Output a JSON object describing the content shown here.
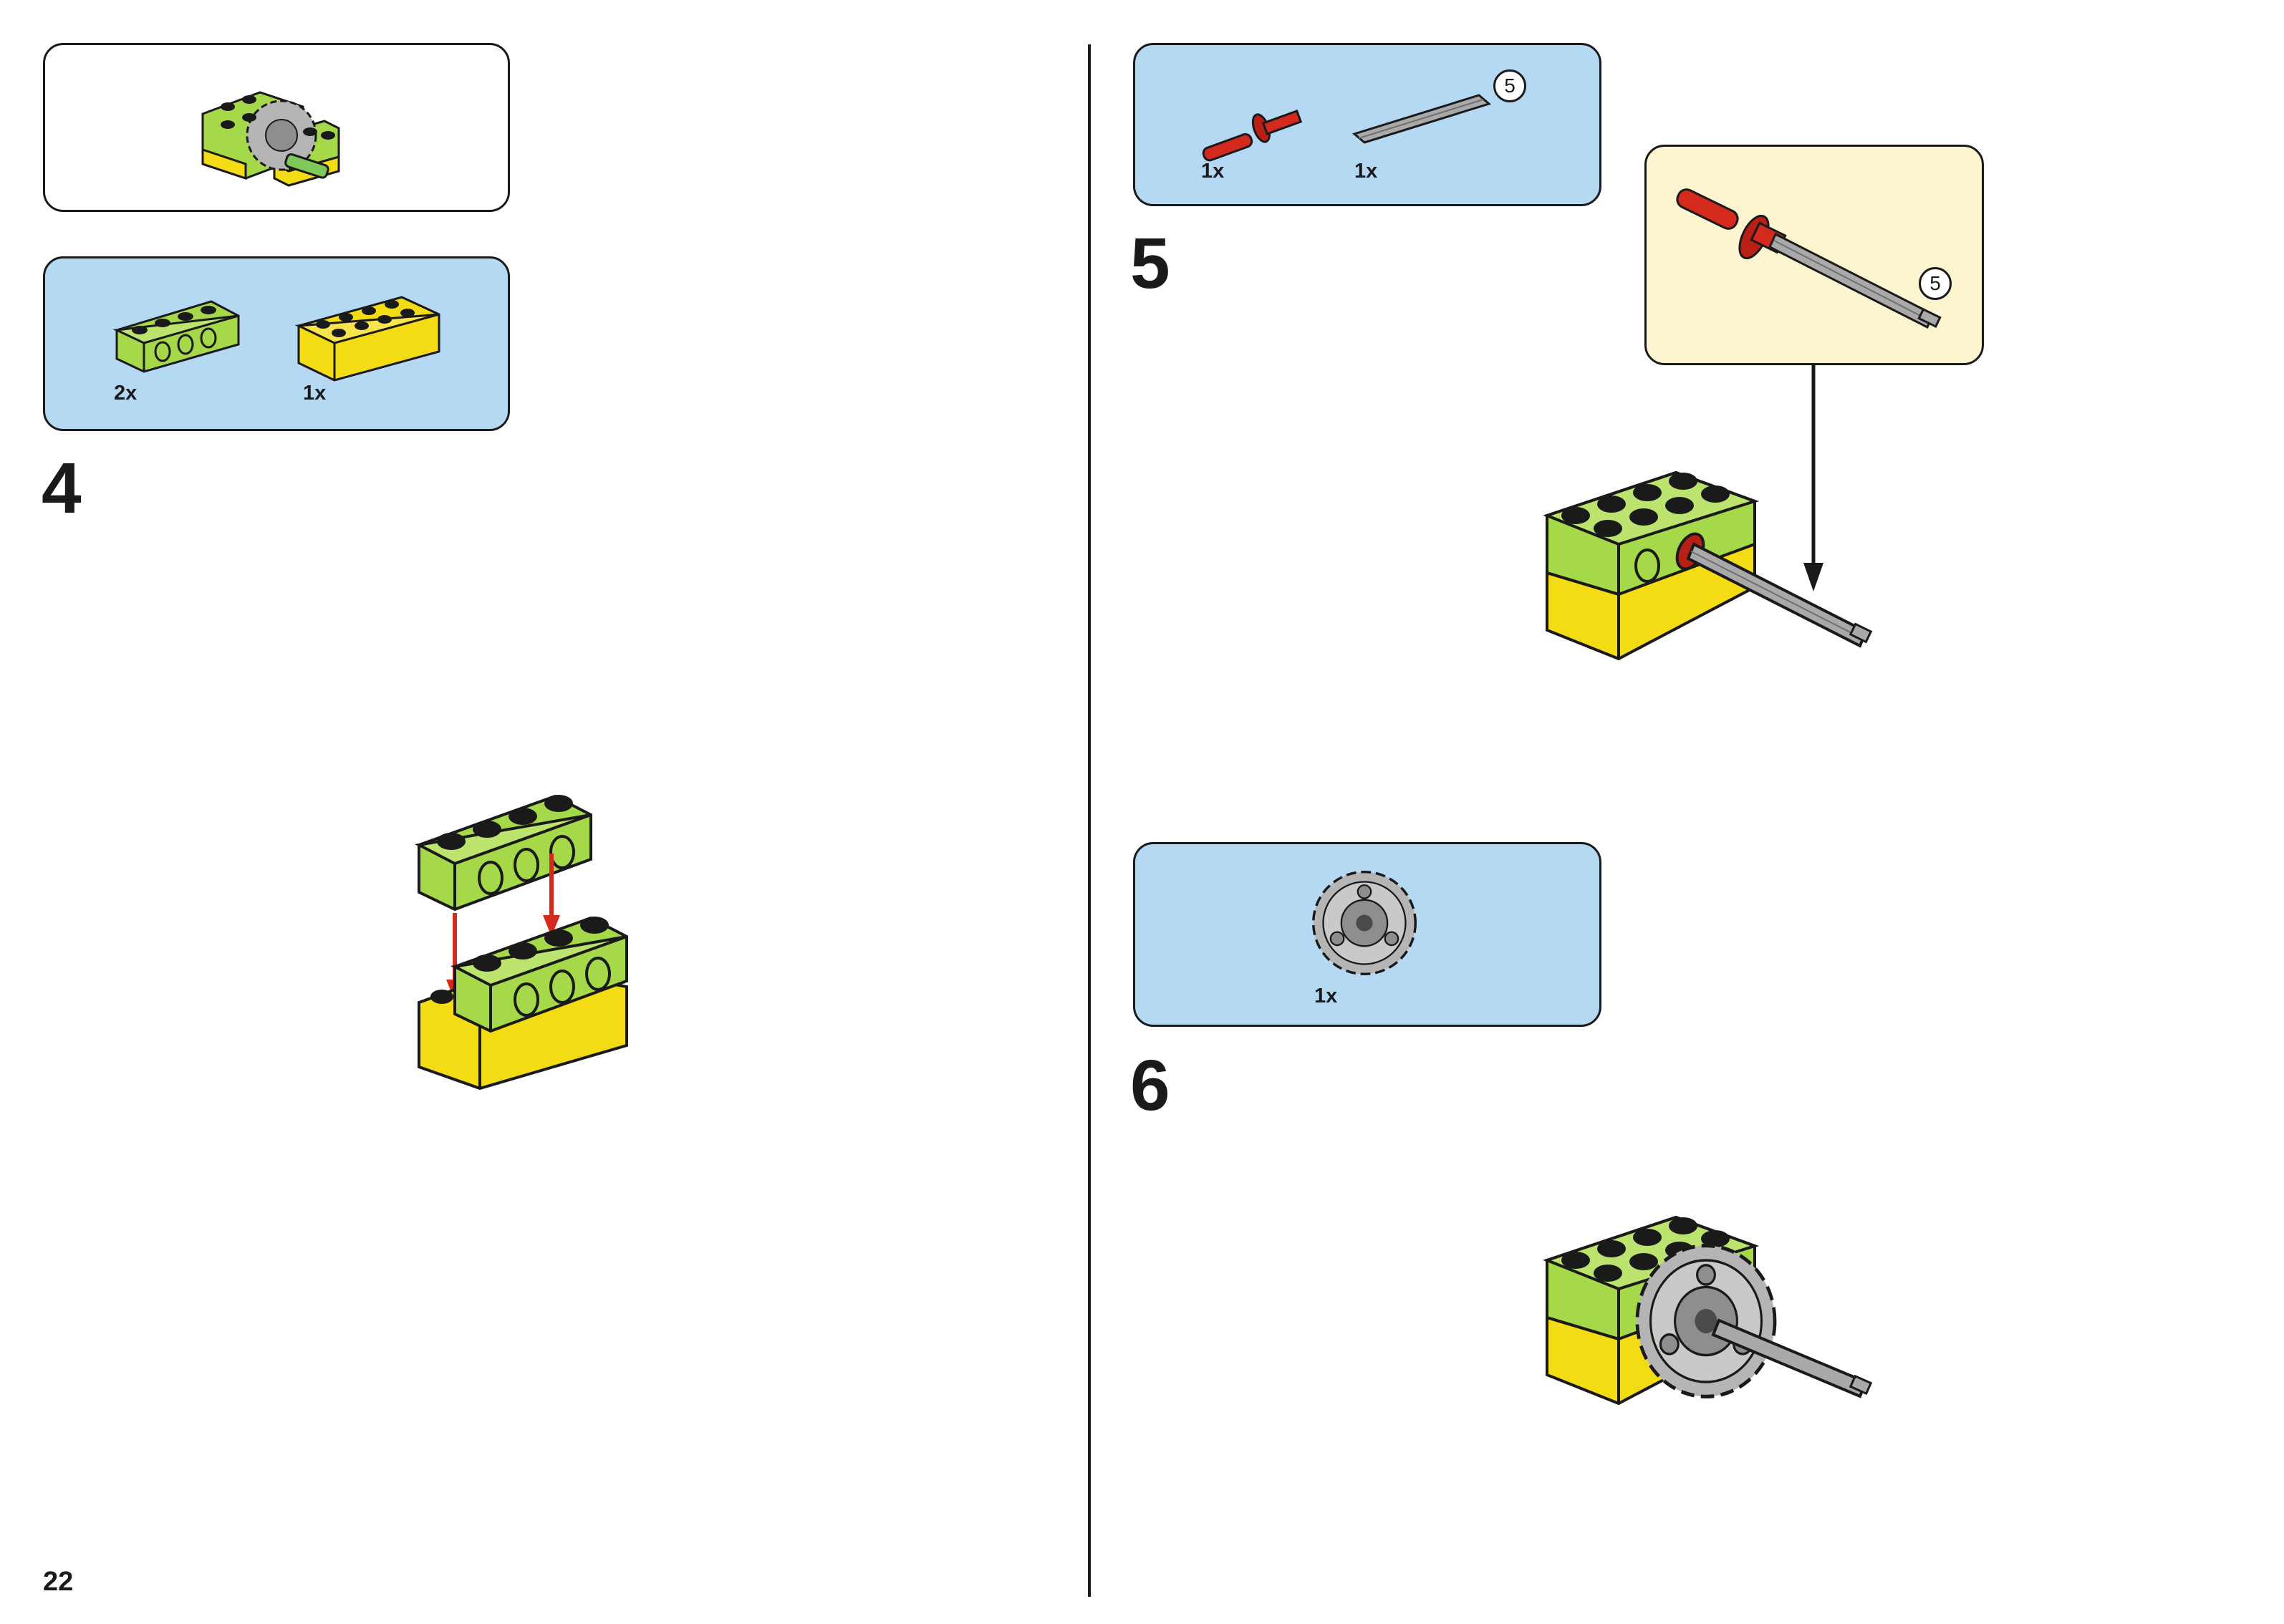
{
  "page": {
    "number": "22"
  },
  "steps": [
    {
      "number": "4",
      "parts": [
        {
          "quantity": "2x",
          "part": "green-technic-brick-1x4"
        },
        {
          "quantity": "1x",
          "part": "yellow-brick-2x4"
        }
      ]
    },
    {
      "number": "5",
      "parts": [
        {
          "quantity": "1x",
          "part": "red-axle-pin"
        },
        {
          "quantity": "1x",
          "part": "grey-axle",
          "length_label": "5"
        }
      ],
      "callout_length_label": "5"
    },
    {
      "number": "6",
      "parts": [
        {
          "quantity": "1x",
          "part": "grey-gear-24-tooth"
        }
      ]
    }
  ],
  "colors": {
    "brick_green": "#a6d94a",
    "brick_yellow": "#f4dc14",
    "pin_red": "#d42a1e",
    "axle_grey": "#9a9a9a",
    "parts_panel": "#b6d9f3",
    "callout_panel": "#fdf5cf",
    "arrow_red": "#d42a1e",
    "outline": "#1a1a1a"
  }
}
